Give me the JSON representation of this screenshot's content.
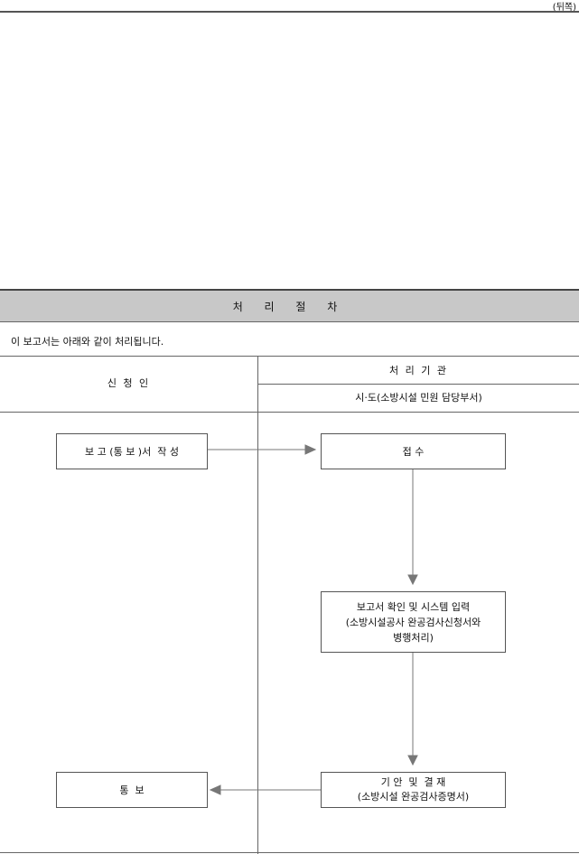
{
  "page_mark": "(뒤쪽)",
  "section": {
    "title": "처 리 절 차",
    "intro": "이 보고서는 아래와 같이 처리됩니다."
  },
  "columns": {
    "applicant": "신 청 인",
    "processor": "처 리 기 관",
    "processor_sub": "시·도(소방시설 민원 담당부서)"
  },
  "steps": {
    "write_report": "보 고 (통 보 )서  작 성",
    "receipt": "접 수",
    "review_lines": [
      "보고서 확인 및 시스템 입력",
      "(소방시설공사 완공검사신청서와",
      "병행처리)"
    ],
    "approval_lines": [
      "기 안  및  결 재",
      "(소방시설 완공검사증명서)"
    ],
    "notify": "통  보"
  }
}
